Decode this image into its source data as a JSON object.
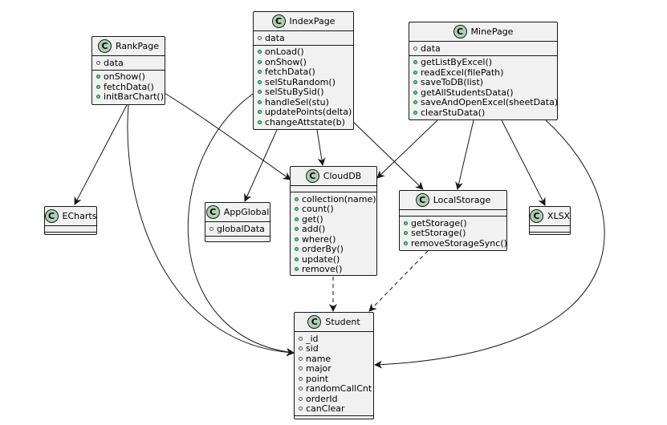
{
  "classes": {
    "RankPage": {
      "name": "RankPage",
      "badge": "C",
      "fields": [
        "data"
      ],
      "methods": [
        "onShow()",
        "fetchData()",
        "initBarChart()"
      ]
    },
    "IndexPage": {
      "name": "IndexPage",
      "badge": "C",
      "fields": [
        "data"
      ],
      "methods": [
        "onLoad()",
        "onShow()",
        "fetchData()",
        "selStuRandom()",
        "selStuBySid()",
        "handleSel(stu)",
        "updatePoints(delta)",
        "changeAttstate(b)"
      ]
    },
    "MinePage": {
      "name": "MinePage",
      "badge": "C",
      "fields": [
        "data"
      ],
      "methods": [
        "getListByExcel()",
        "readExcel(filePath)",
        "saveToDB(list)",
        "getAllStudentsData()",
        "saveAndOpenExcel(sheetData)",
        "clearStuData()"
      ]
    },
    "ECharts": {
      "name": "ECharts",
      "badge": "C",
      "fields": [],
      "methods": []
    },
    "AppGlobal": {
      "name": "AppGlobal",
      "badge": "C",
      "fields": [
        "globalData"
      ],
      "methods": []
    },
    "CloudDB": {
      "name": "CloudDB",
      "badge": "C",
      "fields": [],
      "methods": [
        "collection(name)",
        "count()",
        "get()",
        "add()",
        "where()",
        "orderBy()",
        "update()",
        "remove()"
      ]
    },
    "LocalStorage": {
      "name": "LocalStorage",
      "badge": "C",
      "fields": [],
      "methods": [
        "getStorage()",
        "setStorage()",
        "removeStorageSync()"
      ]
    },
    "XLSX": {
      "name": "XLSX",
      "badge": "C",
      "fields": [],
      "methods": []
    },
    "Student": {
      "name": "Student",
      "badge": "C",
      "fields": [
        "_id",
        "sid",
        "name",
        "major",
        "point",
        "randomCallCnt",
        "orderId",
        "canClear"
      ],
      "methods": []
    }
  },
  "relations": [
    {
      "from": "RankPage",
      "to": "ECharts",
      "style": "solid"
    },
    {
      "from": "RankPage",
      "to": "CloudDB",
      "style": "solid"
    },
    {
      "from": "RankPage",
      "to": "Student",
      "style": "solid"
    },
    {
      "from": "IndexPage",
      "to": "AppGlobal",
      "style": "solid"
    },
    {
      "from": "IndexPage",
      "to": "CloudDB",
      "style": "solid"
    },
    {
      "from": "IndexPage",
      "to": "LocalStorage",
      "style": "solid"
    },
    {
      "from": "IndexPage",
      "to": "Student",
      "style": "solid"
    },
    {
      "from": "MinePage",
      "to": "CloudDB",
      "style": "solid"
    },
    {
      "from": "MinePage",
      "to": "LocalStorage",
      "style": "solid"
    },
    {
      "from": "MinePage",
      "to": "XLSX",
      "style": "solid"
    },
    {
      "from": "MinePage",
      "to": "Student",
      "style": "solid"
    },
    {
      "from": "CloudDB",
      "to": "Student",
      "style": "dashed"
    },
    {
      "from": "LocalStorage",
      "to": "Student",
      "style": "dashed"
    }
  ],
  "colors": {
    "box_fill": "#f1f1f1",
    "box_border": "#181818",
    "badge_fill": "#add1b2",
    "edge": "#181818",
    "public_dot": "#84be84",
    "field_dot_border": "#038048"
  }
}
